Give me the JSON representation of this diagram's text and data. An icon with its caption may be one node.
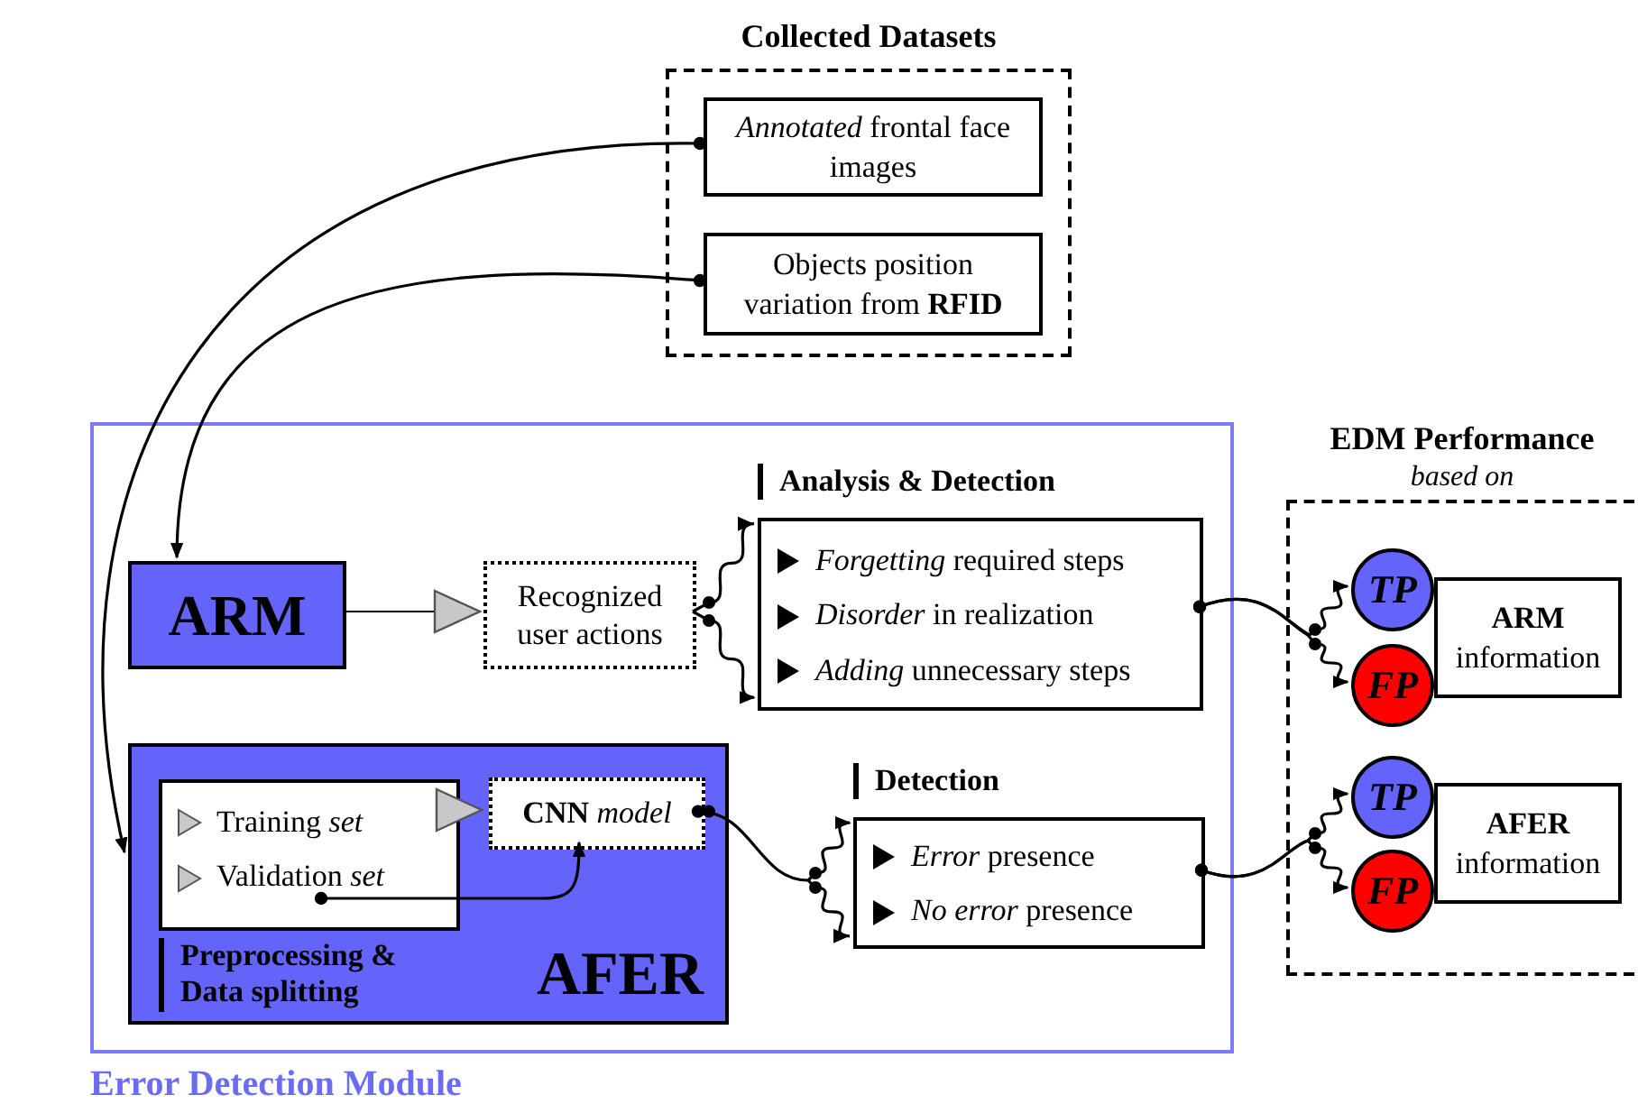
{
  "diagram": {
    "nodes": [
      {
        "text": [
          "Collected Datasets"
        ]
      },
      {
        "text": [
          "*Annotated* frontal face images"
        ],
        "in": 0
      },
      {
        "text": [
          "Objects position variation from **RFID**"
        ],
        "in": 0
      },
      {
        "text": [
          "Error Detection Module"
        ]
      },
      {
        "text": [
          "ARM"
        ],
        "in": 3
      },
      {
        "text": [
          "Recognized user actions"
        ],
        "in": 3
      },
      {
        "text": [
          "Analysis & Detection",
          "*Forgetting* required steps",
          "*Disorder* in realization",
          "*Adding* unnecessary steps"
        ],
        "in": 3
      },
      {
        "text": [
          "AFER"
        ],
        "in": 3
      },
      {
        "text": [
          "Training *set*",
          "Validation *set*",
          "Preprocessing & Data splitting"
        ],
        "in": 7
      },
      {
        "text": [
          "**CNN** *model*"
        ],
        "in": 7
      },
      {
        "text": [
          "Detection",
          "*Error* presence",
          "*No error* presence"
        ],
        "in": 3
      },
      {
        "text": [
          "EDM Performance",
          "based on"
        ]
      },
      {
        "text": [
          "ARM",
          "information"
        ],
        "in": 11
      },
      {
        "text": [
          "TP"
        ],
        "in": 11
      },
      {
        "text": [
          "FP"
        ],
        "in": 11
      },
      {
        "text": [
          "AFER",
          "information"
        ],
        "in": 11
      },
      {
        "text": [
          "TP"
        ],
        "in": 11
      },
      {
        "text": [
          "FP"
        ],
        "in": 11
      }
    ],
    "edges": [
      {
        "from": 1,
        "to": 7,
        "arrow": "to"
      },
      {
        "from": 2,
        "to": 4,
        "arrow": "to"
      },
      {
        "from": 4,
        "to": 5,
        "arrow": "to"
      },
      {
        "from": 5,
        "to": 6,
        "arrow": "to"
      },
      {
        "from": 8,
        "to": 9,
        "arrow": "to"
      },
      {
        "from": 8,
        "to": 9,
        "arrow": "to"
      },
      {
        "from": 9,
        "to": 10,
        "arrow": "to"
      },
      {
        "from": 6,
        "to": 13,
        "arrow": "to"
      },
      {
        "from": 6,
        "to": 14,
        "arrow": "to"
      },
      {
        "from": 10,
        "to": 16,
        "arrow": "to"
      },
      {
        "from": 10,
        "to": 17,
        "arrow": "to"
      }
    ]
  }
}
